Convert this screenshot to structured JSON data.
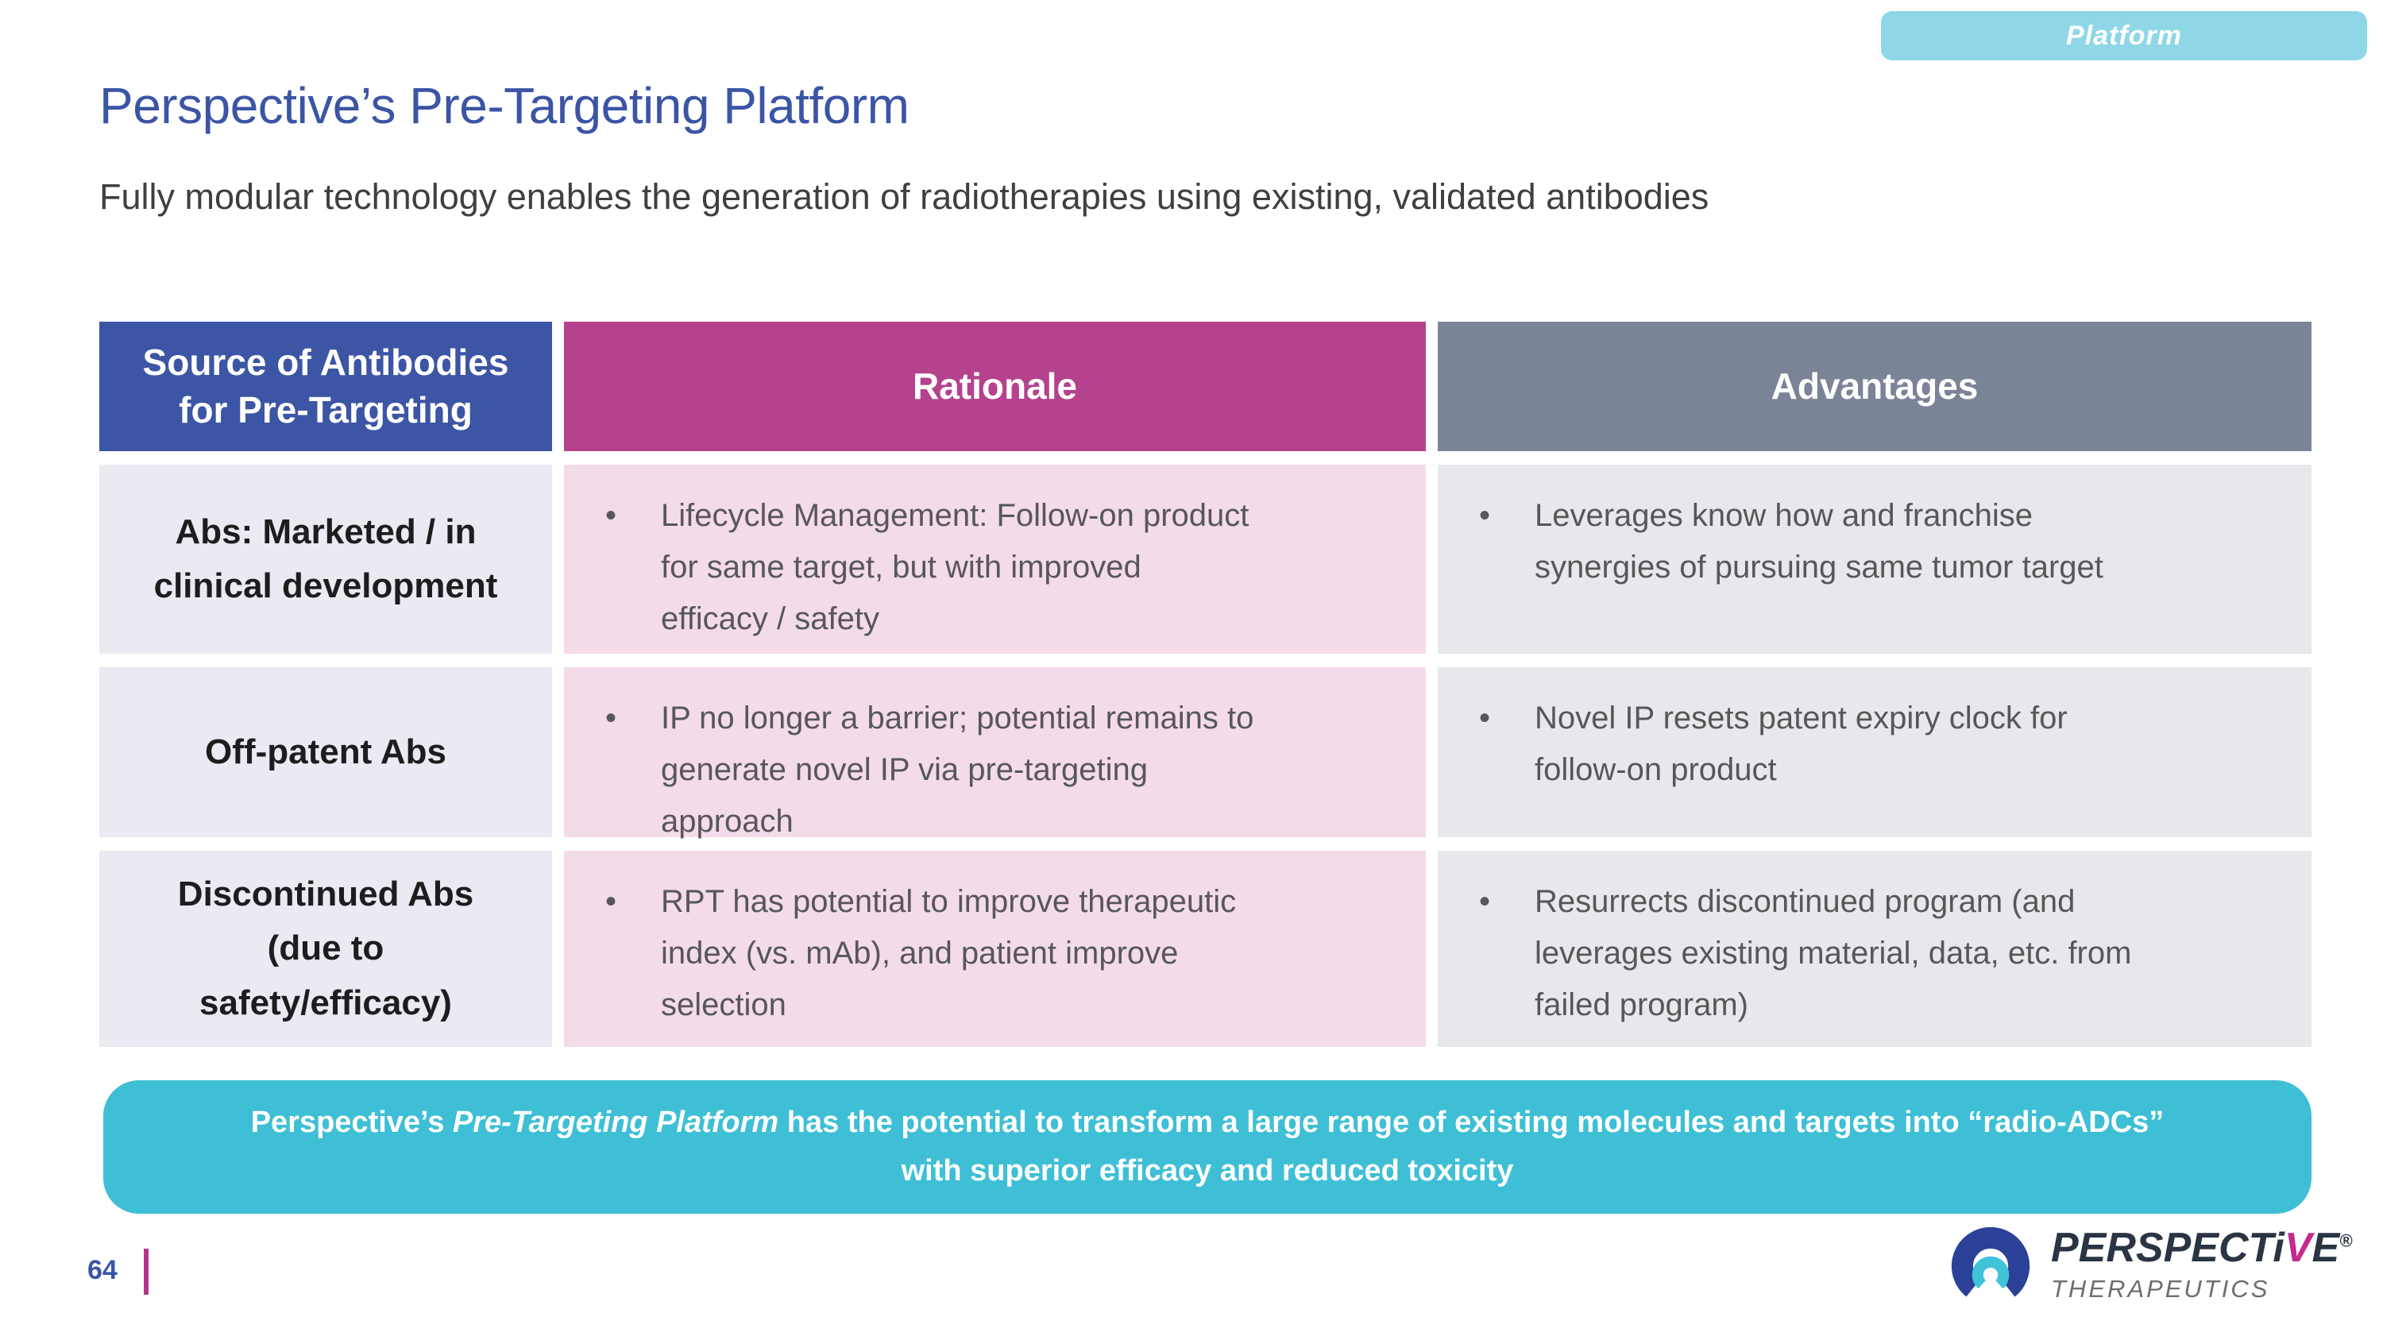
{
  "badge": {
    "label": "Platform"
  },
  "header": {
    "title": "Perspective’s Pre-Targeting Platform",
    "subtitle": "Fully modular technology enables the generation of radiotherapies using existing, validated antibodies"
  },
  "table": {
    "bullet": "•",
    "columns": {
      "source": "Source of Antibodies\nfor Pre-Targeting",
      "rationale": "Rationale",
      "advantages": "Advantages"
    },
    "rows": [
      {
        "source": "Abs: Marketed / in\nclinical development",
        "rationale": "Lifecycle Management: Follow-on product\nfor same target, but with improved\nefficacy / safety",
        "advantage": "Leverages know how and franchise\nsynergies of pursuing same tumor target"
      },
      {
        "source": "Off-patent Abs",
        "rationale": "IP no longer a barrier; potential remains to\ngenerate novel IP via pre-targeting\napproach",
        "advantage": "Novel IP resets patent expiry clock for\nfollow-on product"
      },
      {
        "source": "Discontinued Abs\n(due to\nsafety/efficacy)",
        "rationale": "RPT has potential to improve therapeutic\nindex (vs. mAb), and patient improve\nselection",
        "advantage": "Resurrects discontinued program (and\nleverages existing material, data, etc. from\nfailed program)"
      }
    ]
  },
  "banner": {
    "line1_pre": "Perspective’s ",
    "line1_italic": "Pre-Targeting Platform",
    "line1_rest": " has the potential to transform a large range of existing molecules and targets into “radio-ADCs”",
    "line2": "with superior efficacy and reduced toxicity"
  },
  "footer": {
    "page_number": "64",
    "logo": {
      "wordmark_part1": "PERSPECT",
      "wordmark_i": "i",
      "wordmark_v": "V",
      "wordmark_e": "E",
      "registered": "®",
      "tagline": "THERAPEUTICS"
    }
  },
  "colors": {
    "title_blue": "#3B54A5",
    "header_blue": "#3C55A4",
    "header_magenta": "#B5428D",
    "header_gray": "#7B8497",
    "cell_lavender": "#E9EAF2",
    "cell_pink": "#F4DBEA",
    "cell_gray": "#E7E8EC",
    "banner_teal": "#3EBFD5",
    "badge_teal": "#8FD7E6",
    "accent_magenta_bar": "#B5338A",
    "logo_blue": "#2B4197",
    "logo_teal": "#3FC3D9"
  }
}
